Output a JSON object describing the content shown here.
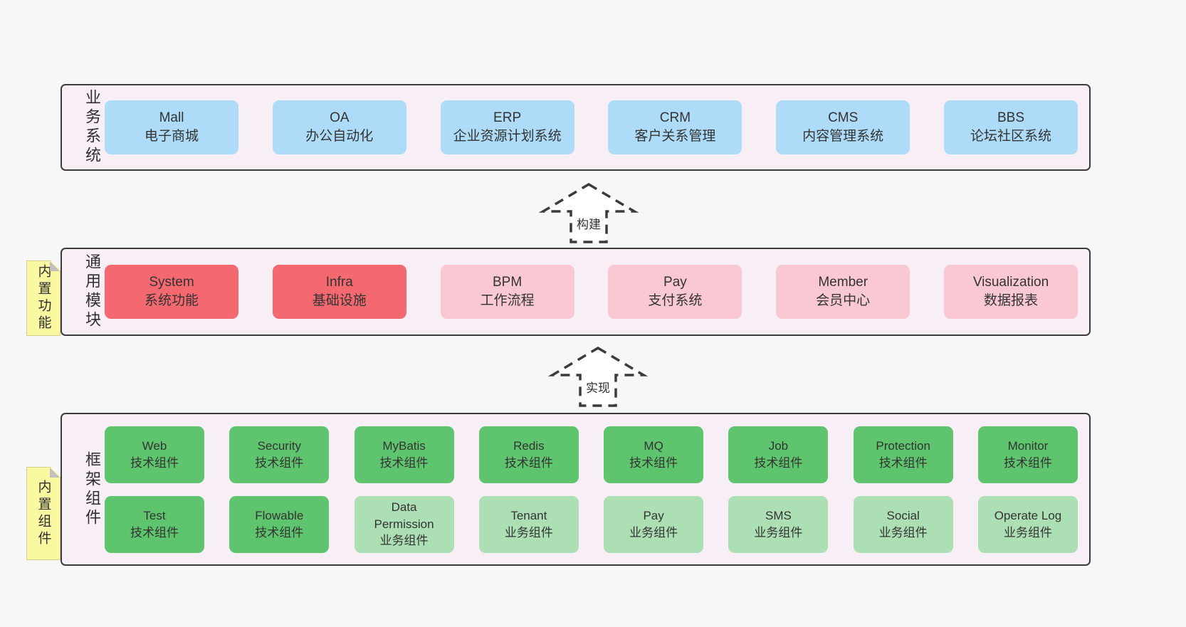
{
  "diagram": {
    "bands": [
      {
        "label": "业务系统",
        "boxes": [
          {
            "title": "Mall",
            "subtitle": "电子商城"
          },
          {
            "title": "OA",
            "subtitle": "办公自动化"
          },
          {
            "title": "ERP",
            "subtitle": "企业资源计划系统"
          },
          {
            "title": "CRM",
            "subtitle": "客户关系管理"
          },
          {
            "title": "CMS",
            "subtitle": "内容管理系统"
          },
          {
            "title": "BBS",
            "subtitle": "论坛社区系统"
          }
        ]
      },
      {
        "label": "通用模块",
        "sticky_note": "内置功能",
        "boxes": [
          {
            "title": "System",
            "subtitle": "系统功能"
          },
          {
            "title": "Infra",
            "subtitle": "基础设施"
          },
          {
            "title": "BPM",
            "subtitle": "工作流程"
          },
          {
            "title": "Pay",
            "subtitle": "支付系统"
          },
          {
            "title": "Member",
            "subtitle": "会员中心"
          },
          {
            "title": "Visualization",
            "subtitle": "数据报表"
          }
        ]
      },
      {
        "label": "框架组件",
        "sticky_note": "内置组件",
        "rows": [
          [
            {
              "title": "Web",
              "subtitle": "技术组件"
            },
            {
              "title": "Security",
              "subtitle": "技术组件"
            },
            {
              "title": "MyBatis",
              "subtitle": "技术组件"
            },
            {
              "title": "Redis",
              "subtitle": "技术组件"
            },
            {
              "title": "MQ",
              "subtitle": "技术组件"
            },
            {
              "title": "Job",
              "subtitle": "技术组件"
            },
            {
              "title": "Protection",
              "subtitle": "技术组件"
            },
            {
              "title": "Monitor",
              "subtitle": "技术组件"
            }
          ],
          [
            {
              "title": "Test",
              "subtitle": "技术组件"
            },
            {
              "title": "Flowable",
              "subtitle": "技术组件"
            },
            {
              "title": "Data Permission",
              "subtitle": "业务组件"
            },
            {
              "title": "Tenant",
              "subtitle": "业务组件"
            },
            {
              "title": "Pay",
              "subtitle": "业务组件"
            },
            {
              "title": "SMS",
              "subtitle": "业务组件"
            },
            {
              "title": "Social",
              "subtitle": "业务组件"
            },
            {
              "title": "Operate Log",
              "subtitle": "业务组件"
            }
          ]
        ]
      }
    ],
    "arrows": [
      {
        "label": "构建"
      },
      {
        "label": "实现"
      }
    ],
    "colors": {
      "page_background": "#f7f7f7",
      "band_background": "#f8eef6",
      "band_border": "#3b3b3b",
      "blue_box": "#aedcf8",
      "red_box": "#f4696f",
      "pink_box": "#f9c8d2",
      "green_box": "#5ec56e",
      "light_green_box": "#addfb4",
      "sticky_yellow": "#fbf8a2",
      "fold_gray": "#c0c0c0",
      "text": "#333333"
    }
  }
}
